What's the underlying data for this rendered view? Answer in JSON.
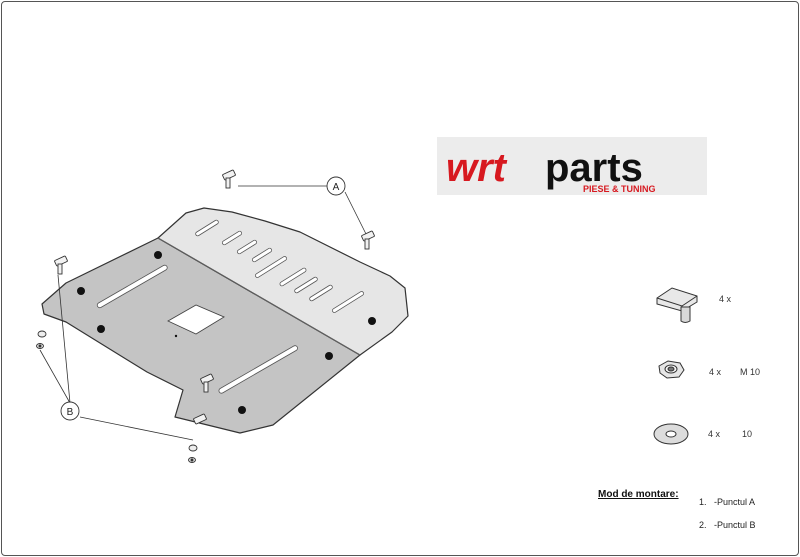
{
  "logo": {
    "brand_main": "wrt",
    "brand_second": "parts",
    "tagline": "PIESE & TUNING"
  },
  "callouts": {
    "a": "A",
    "b": "B"
  },
  "hardware": [
    {
      "item": "bolt-icon",
      "qty": "4 x",
      "size": ""
    },
    {
      "item": "nut-icon",
      "qty": "4 x",
      "size": "M 10"
    },
    {
      "item": "washer-icon",
      "qty": "4 x",
      "size": "10"
    }
  ],
  "mounting": {
    "title": "Mod de montare:",
    "steps": [
      {
        "num": "1.",
        "text": "-Punctul A"
      },
      {
        "num": "2.",
        "text": "-Punctul B"
      }
    ]
  },
  "colors": {
    "plate_light": "#e6e6e6",
    "plate_dark": "#c4c4c4",
    "logo_bg": "#ececec",
    "logo_red": "#d71920",
    "logo_black": "#111111"
  }
}
